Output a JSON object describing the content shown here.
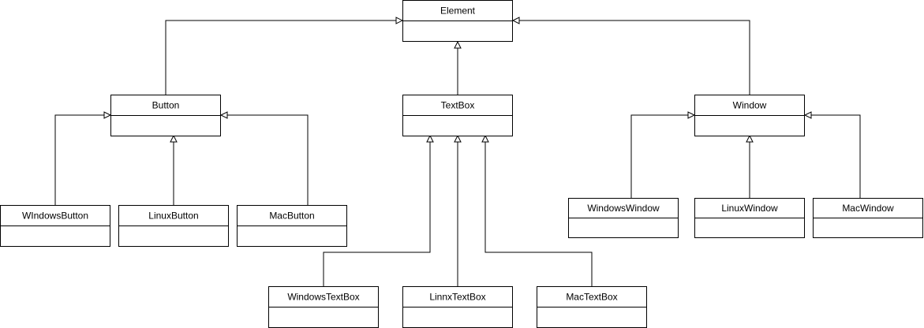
{
  "diagram": {
    "classes": {
      "element": "Element",
      "button": "Button",
      "textbox": "TextBox",
      "window": "Window",
      "windows_button": "WIndowsButton",
      "linux_button": "LinuxButton",
      "mac_button": "MacButton",
      "windows_textbox": "WindowsTextBox",
      "linux_textbox": "LinnxTextBox",
      "mac_textbox": "MacTextBox",
      "windows_window": "WindowsWindow",
      "linux_window": "LinuxWindow",
      "mac_window": "MacWindow"
    },
    "inheritance": [
      {
        "child": "button",
        "parent": "element"
      },
      {
        "child": "textbox",
        "parent": "element"
      },
      {
        "child": "window",
        "parent": "element"
      },
      {
        "child": "windows_button",
        "parent": "button"
      },
      {
        "child": "linux_button",
        "parent": "button"
      },
      {
        "child": "mac_button",
        "parent": "button"
      },
      {
        "child": "windows_textbox",
        "parent": "textbox"
      },
      {
        "child": "linux_textbox",
        "parent": "textbox"
      },
      {
        "child": "mac_textbox",
        "parent": "textbox"
      },
      {
        "child": "windows_window",
        "parent": "window"
      },
      {
        "child": "linux_window",
        "parent": "window"
      },
      {
        "child": "mac_window",
        "parent": "window"
      }
    ]
  }
}
